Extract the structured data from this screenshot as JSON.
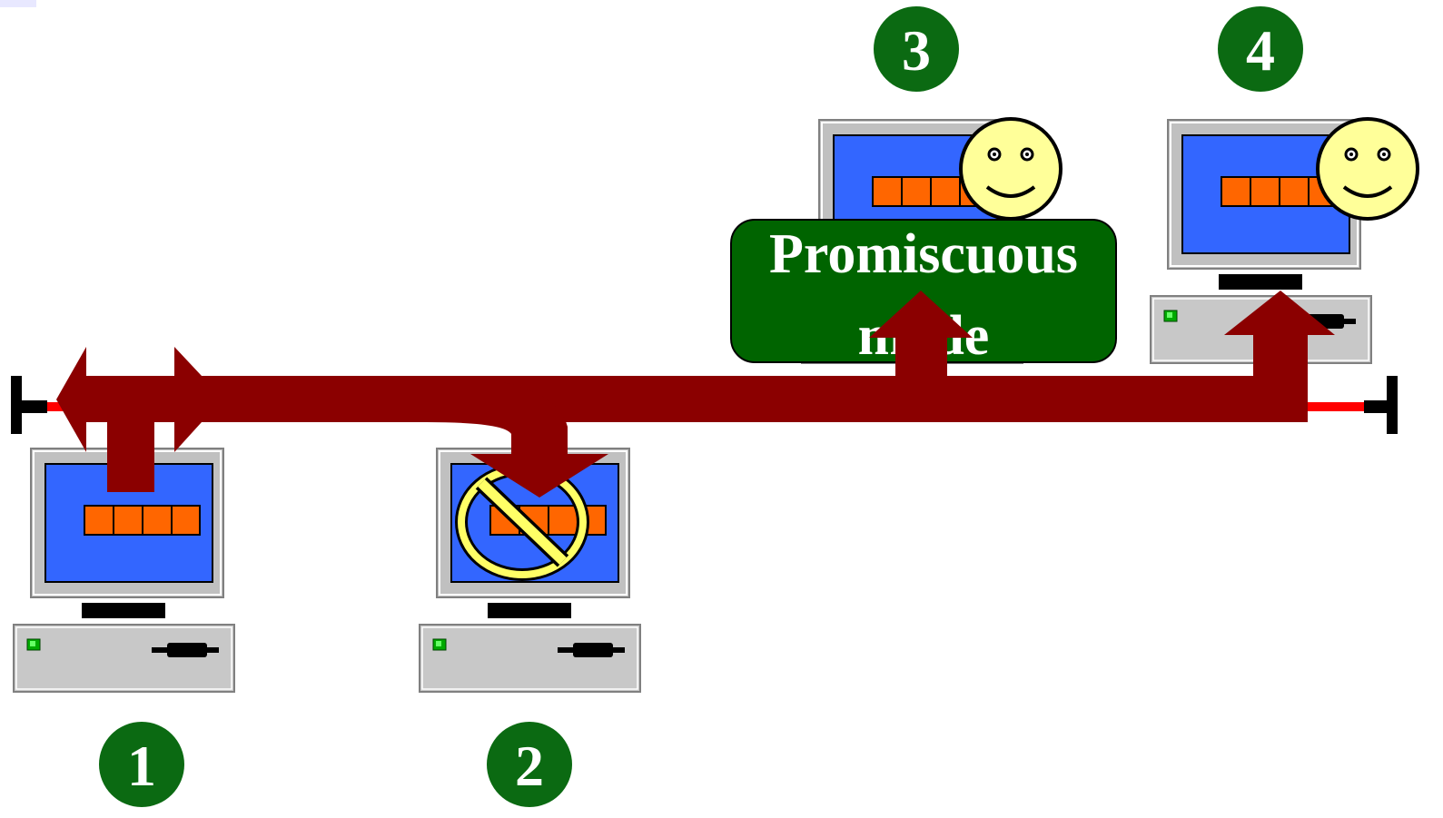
{
  "nodes": [
    {
      "number": "1",
      "blocked": false,
      "smiley": false
    },
    {
      "number": "2",
      "blocked": true,
      "smiley": false
    },
    {
      "number": "3",
      "blocked": false,
      "smiley": true
    },
    {
      "number": "4",
      "blocked": false,
      "smiley": true
    }
  ],
  "mode_label": {
    "line1": "Promiscuous",
    "line2": "mode"
  },
  "colors": {
    "arrow": "#8b0000",
    "badge": "#0b6a12",
    "mode_box": "#006400",
    "cable": "#ff0000",
    "screen": "#3366ff",
    "packet": "#ff6600",
    "smiley": "#ffff99",
    "case": "#c8c8c8"
  },
  "icons": {
    "computer": "computer-icon",
    "smiley": "smiley-face-icon",
    "blocked": "no-entry-icon"
  }
}
